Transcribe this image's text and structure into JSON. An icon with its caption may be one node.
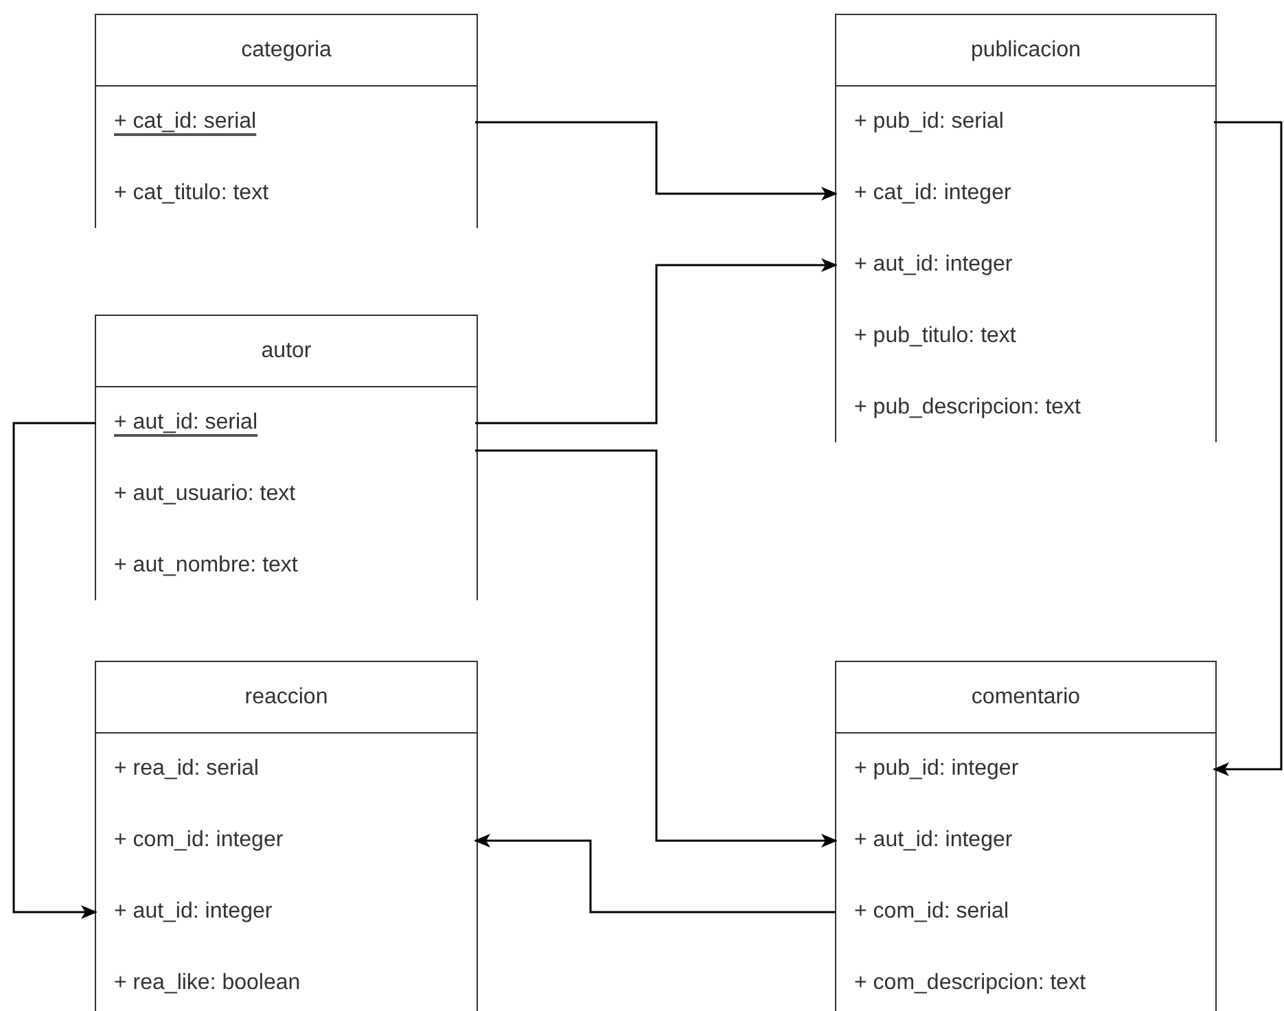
{
  "diagram": {
    "nodes": [
      {
        "text": [
          "categoria"
        ]
      },
      {
        "text": [
          "+ cat_id: serial"
        ],
        "in": 0
      },
      {
        "text": [
          "+ cat_titulo: text"
        ],
        "in": 0
      },
      {
        "text": [
          "publicacion"
        ]
      },
      {
        "text": [
          "+ pub_id: serial"
        ],
        "in": 3
      },
      {
        "text": [
          "+ cat_id: integer"
        ],
        "in": 3
      },
      {
        "text": [
          "+ aut_id: integer"
        ],
        "in": 3
      },
      {
        "text": [
          "+ pub_titulo: text"
        ],
        "in": 3
      },
      {
        "text": [
          "+ pub_descripcion: text"
        ],
        "in": 3
      },
      {
        "text": [
          "autor"
        ]
      },
      {
        "text": [
          "+ aut_id: serial"
        ],
        "in": 9
      },
      {
        "text": [
          "+ aut_usuario: text"
        ],
        "in": 9
      },
      {
        "text": [
          "+ aut_nombre: text"
        ],
        "in": 9
      },
      {
        "text": [
          "reaccion"
        ]
      },
      {
        "text": [
          "+ rea_id: serial"
        ],
        "in": 13
      },
      {
        "text": [
          "+ com_id: integer"
        ],
        "in": 13
      },
      {
        "text": [
          "+ aut_id: integer"
        ],
        "in": 13
      },
      {
        "text": [
          "+ rea_like: boolean"
        ],
        "in": 13
      },
      {
        "text": [
          "comentario"
        ]
      },
      {
        "text": [
          "+ pub_id: integer"
        ],
        "in": 18
      },
      {
        "text": [
          "+ aut_id: integer"
        ],
        "in": 18
      },
      {
        "text": [
          "+ com_id: serial"
        ],
        "in": 18
      },
      {
        "text": [
          "+ com_descripcion: text"
        ],
        "in": 18
      }
    ],
    "edges": [
      {
        "from": 1,
        "to": 5,
        "arrow": "to"
      },
      {
        "from": 10,
        "to": 6,
        "arrow": "to"
      },
      {
        "from": 10,
        "to": 16,
        "arrow": "to"
      },
      {
        "from": 10,
        "to": 20,
        "arrow": "to"
      },
      {
        "from": 21,
        "to": 15,
        "arrow": "to"
      },
      {
        "from": 4,
        "to": 19,
        "arrow": "to"
      }
    ]
  }
}
